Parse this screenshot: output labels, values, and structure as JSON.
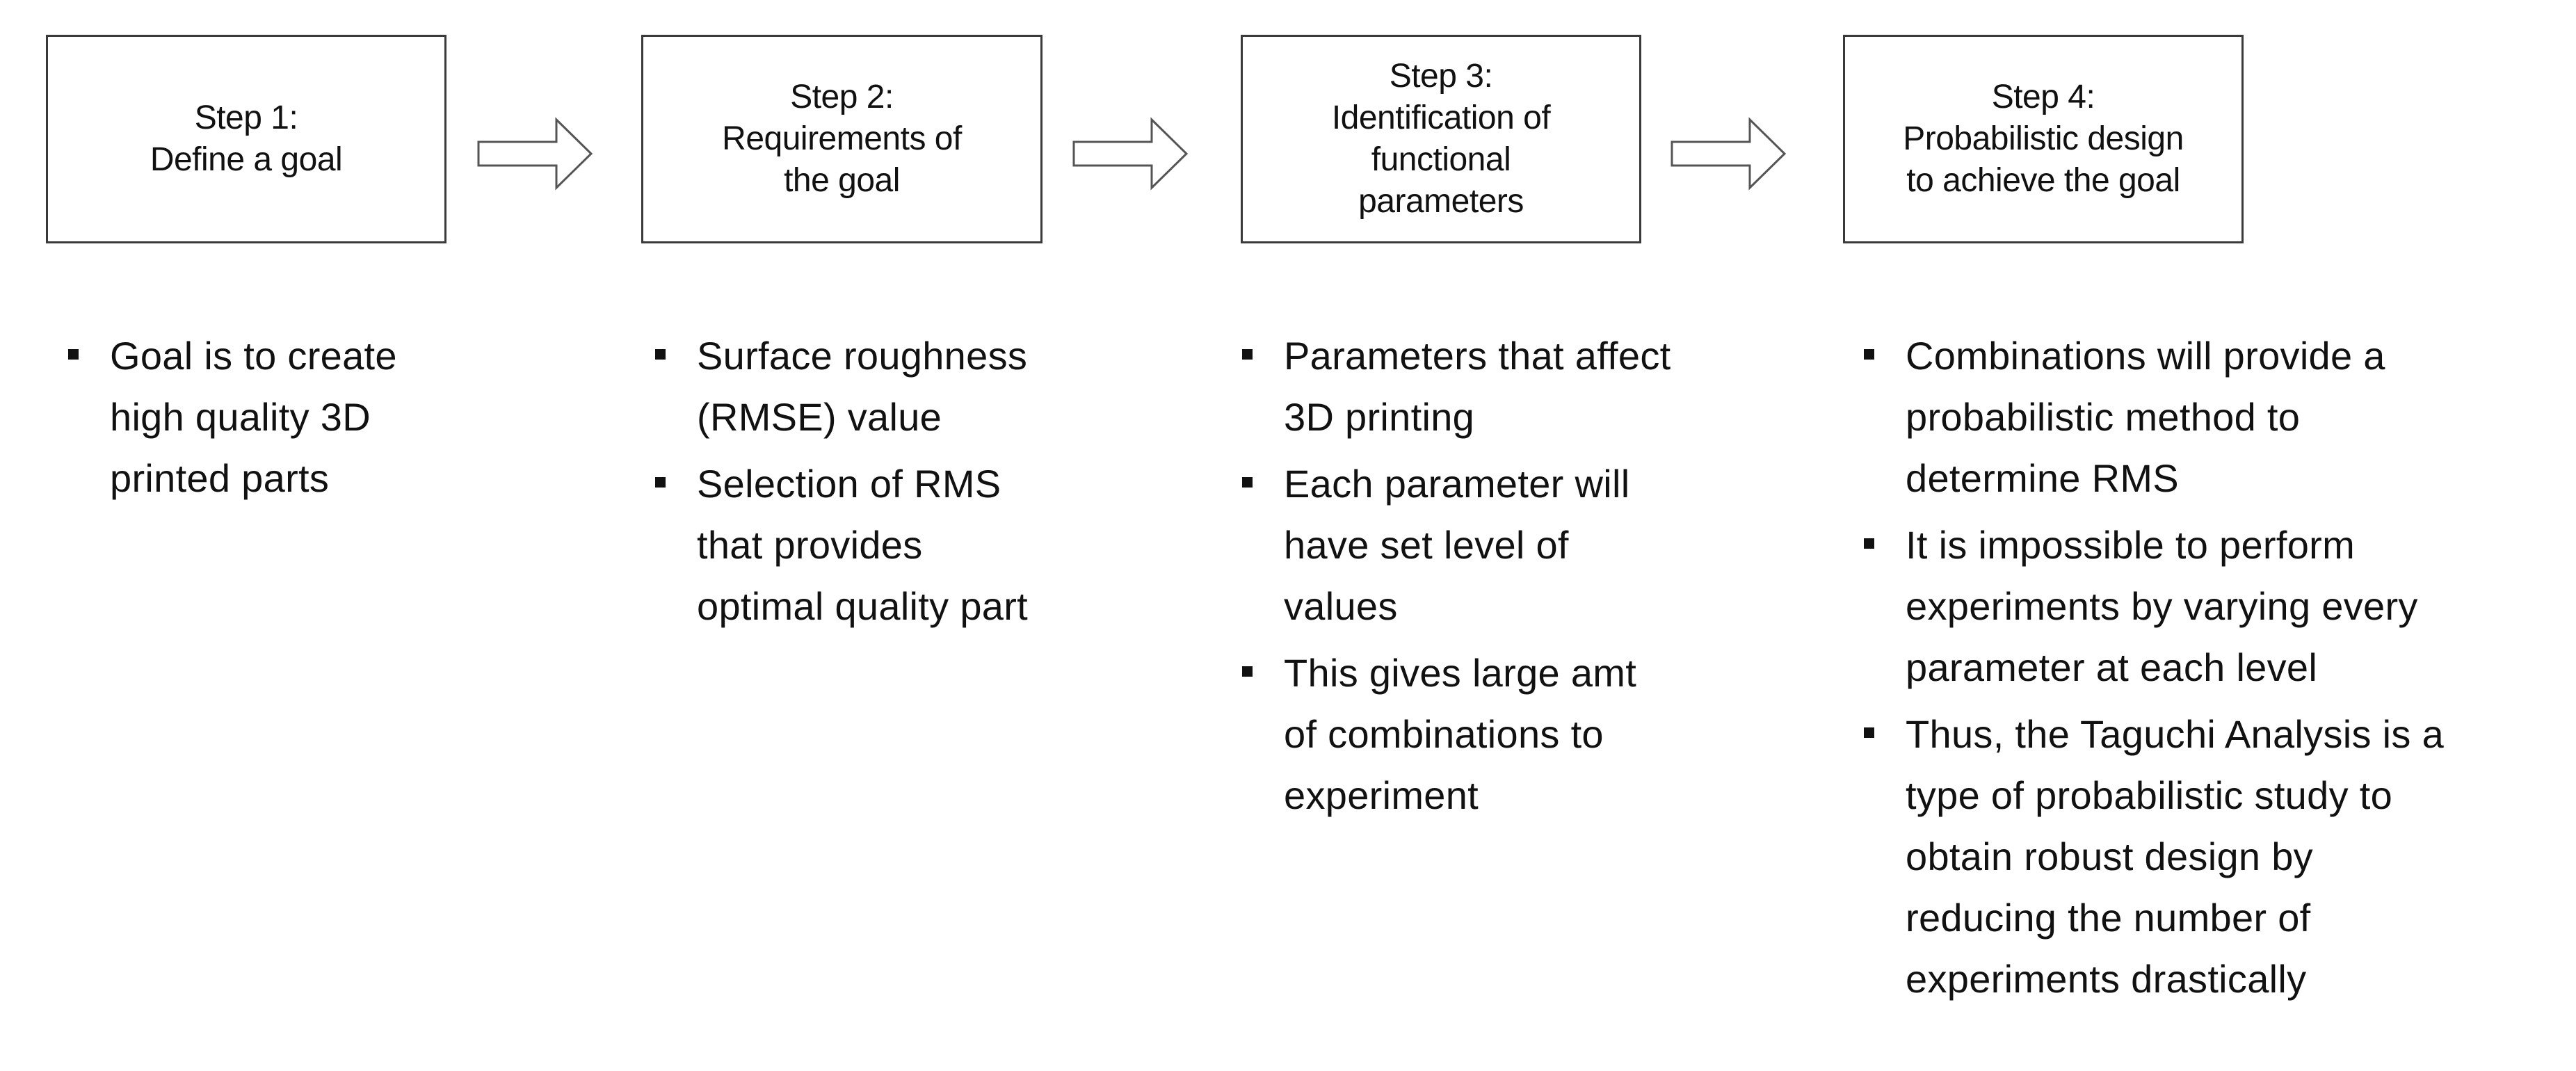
{
  "steps": [
    {
      "title": "Step 1:\nDefine a goal",
      "bullets": [
        "Goal is to create\nhigh quality 3D\nprinted parts"
      ]
    },
    {
      "title": "Step 2:\nRequirements of\nthe goal",
      "bullets": [
        "Surface roughness\n(RMSE) value",
        "Selection of RMS\nthat provides\noptimal quality part"
      ]
    },
    {
      "title": "Step 3:\nIdentification of\nfunctional\nparameters",
      "bullets": [
        "Parameters that affect\n3D printing",
        "Each parameter will\nhave set level of\nvalues",
        "This gives large amt\nof combinations to\nexperiment"
      ]
    },
    {
      "title": "Step 4:\nProbabilistic design\nto achieve the goal",
      "bullets": [
        "Combinations will provide a\nprobabilistic method to\ndetermine RMS",
        "It is impossible to perform\nexperiments by varying every\nparameter at each level",
        "Thus, the Taguchi Analysis is a\ntype of probabilistic study to\nobtain robust design by\nreducing the number of\nexperiments drastically"
      ]
    }
  ],
  "colors": {
    "box_border": "#3a3a3a",
    "arrow_stroke": "#555555",
    "text": "#111111",
    "background": "#ffffff"
  }
}
